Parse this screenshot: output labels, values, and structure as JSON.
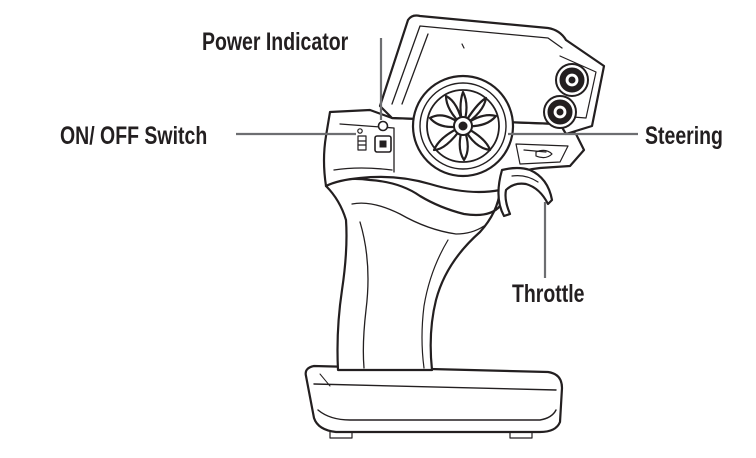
{
  "callouts": {
    "power_indicator": "Power Indicator",
    "on_off_switch": "ON/ OFF Switch",
    "steering": "Steering",
    "throttle": "Throttle"
  },
  "colors": {
    "ink": "#231f20",
    "leader": "#6d6e71",
    "background": "#ffffff"
  },
  "icons": [
    "rc-transmitter-illustration",
    "steering-wheel-icon",
    "power-indicator-led",
    "on-off-switch-icon"
  ]
}
